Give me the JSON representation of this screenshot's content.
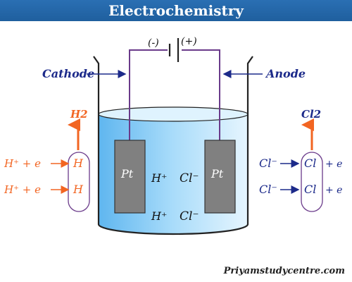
{
  "header": {
    "title": "Electrochemistry"
  },
  "battery": {
    "negative": "(-)",
    "positive": "(+)"
  },
  "labels": {
    "cathode": "Cathode",
    "anode": "Anode"
  },
  "electrodes": {
    "left": "Pt",
    "right": "Pt"
  },
  "electrolyte": {
    "ions": [
      {
        "cation": "H⁺",
        "anion": "Cl⁻"
      },
      {
        "cation": "H⁺",
        "anion": "Cl⁻"
      }
    ]
  },
  "cathode_reaction": {
    "product": "H2",
    "rows": [
      {
        "reactant": "H⁺ + e",
        "product": "H"
      },
      {
        "reactant": "H⁺ + e",
        "product": "H"
      }
    ]
  },
  "anode_reaction": {
    "product": "Cl2",
    "rows": [
      {
        "reactant": "Cl⁻",
        "product": "Cl",
        "electron": "+ e"
      },
      {
        "reactant": "Cl⁻",
        "product": "Cl",
        "electron": "+ e"
      }
    ]
  },
  "footer": {
    "watermark": "Priyamstudycentre.com"
  },
  "colors": {
    "header_bg": "#1f5f9e",
    "cathode_side": "#f26522",
    "anode_side": "#1c2a8a",
    "electrode": "#808080",
    "wire": "#6a3a8a",
    "solution": "#7ec8f5"
  }
}
